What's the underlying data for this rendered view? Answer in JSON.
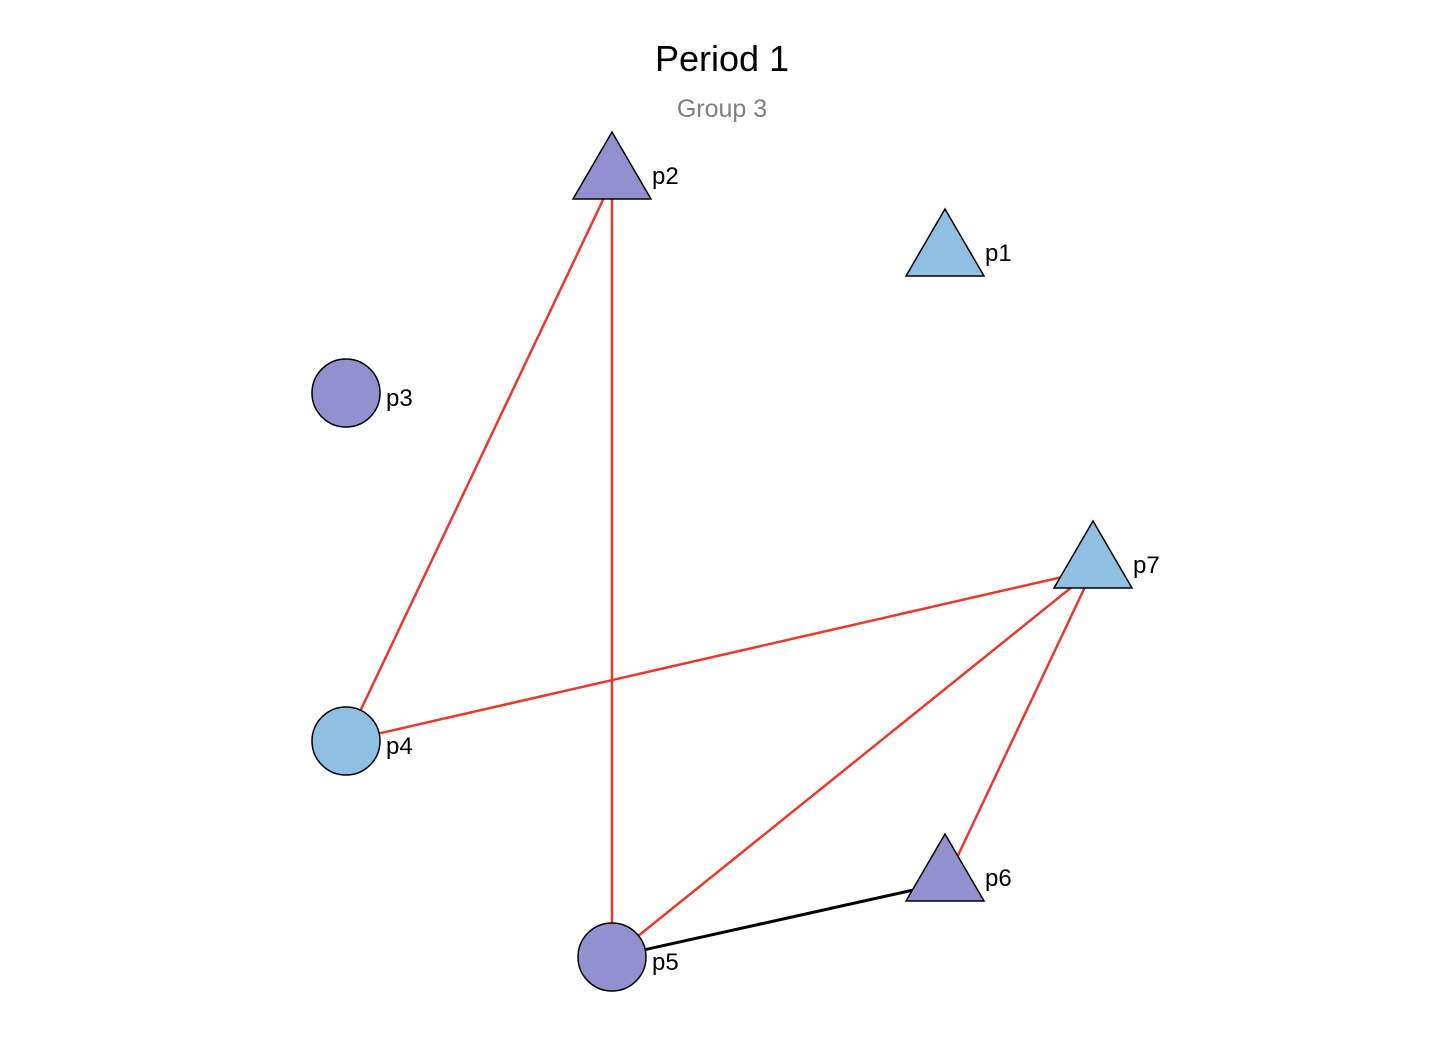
{
  "title": "Period 1",
  "subtitle": "Group 3",
  "colors": {
    "purple": "#9191d0",
    "light_blue": "#8fc0e4",
    "tie_red": "#e8392c",
    "tie_black": "#000000",
    "node_outline": "#000000"
  },
  "nodes": [
    {
      "id": "p1",
      "label": "p1",
      "shape": "triangle",
      "color": "light_blue"
    },
    {
      "id": "p2",
      "label": "p2",
      "shape": "triangle",
      "color": "purple"
    },
    {
      "id": "p3",
      "label": "p3",
      "shape": "circle",
      "color": "purple"
    },
    {
      "id": "p4",
      "label": "p4",
      "shape": "circle",
      "color": "light_blue"
    },
    {
      "id": "p5",
      "label": "p5",
      "shape": "circle",
      "color": "purple"
    },
    {
      "id": "p6",
      "label": "p6",
      "shape": "triangle",
      "color": "purple"
    },
    {
      "id": "p7",
      "label": "p7",
      "shape": "triangle",
      "color": "light_blue"
    }
  ],
  "edges": [
    {
      "from": "p2",
      "to": "p4",
      "color": "tie_red"
    },
    {
      "from": "p2",
      "to": "p5",
      "color": "tie_red"
    },
    {
      "from": "p4",
      "to": "p7",
      "color": "tie_red"
    },
    {
      "from": "p5",
      "to": "p7",
      "color": "tie_red"
    },
    {
      "from": "p6",
      "to": "p7",
      "color": "tie_red"
    },
    {
      "from": "p5",
      "to": "p6",
      "color": "tie_black"
    }
  ]
}
